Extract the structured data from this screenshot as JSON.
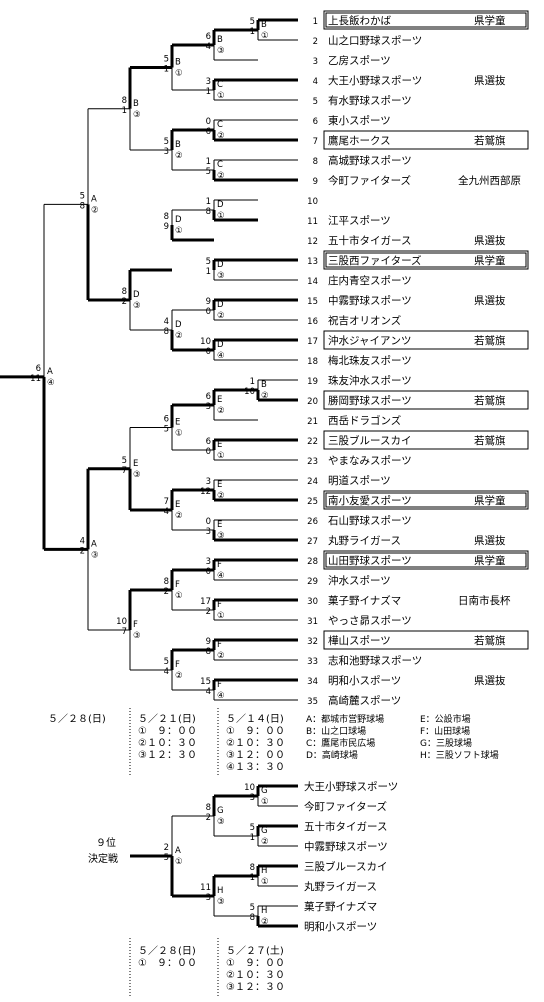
{
  "teams": [
    {
      "no": "1",
      "name": "上長飯わかば",
      "tag": "県学童"
    },
    {
      "no": "2",
      "name": "山之口野球スポーツ",
      "tag": ""
    },
    {
      "no": "3",
      "name": "乙房スポーツ",
      "tag": ""
    },
    {
      "no": "4",
      "name": "大王小野球スポーツ",
      "tag": "県選抜"
    },
    {
      "no": "5",
      "name": "有水野球スポーツ",
      "tag": ""
    },
    {
      "no": "6",
      "name": "東小スポーツ",
      "tag": ""
    },
    {
      "no": "7",
      "name": "鷹尾ホークス",
      "tag": "若鷲旗"
    },
    {
      "no": "8",
      "name": "高城野球スポーツ",
      "tag": ""
    },
    {
      "no": "9",
      "name": "今町ファイターズ",
      "tag": "全九州西部原"
    },
    {
      "no": "10",
      "name": "",
      "tag": ""
    },
    {
      "no": "11",
      "name": "江平スポーツ",
      "tag": ""
    },
    {
      "no": "12",
      "name": "五十市タイガース",
      "tag": "県選抜"
    },
    {
      "no": "13",
      "name": "三股西ファイターズ",
      "tag": "県学童"
    },
    {
      "no": "14",
      "name": "庄内青空スポーツ",
      "tag": ""
    },
    {
      "no": "15",
      "name": "中霧野球スポーツ",
      "tag": "県選抜"
    },
    {
      "no": "16",
      "name": "祝吉オリオンズ",
      "tag": ""
    },
    {
      "no": "17",
      "name": "沖水ジャイアンツ",
      "tag": "若鷲旗"
    },
    {
      "no": "18",
      "name": "梅北珠友スポーツ",
      "tag": ""
    },
    {
      "no": "19",
      "name": "珠友沖水スポーツ",
      "tag": ""
    },
    {
      "no": "20",
      "name": "勝岡野球スポーツ",
      "tag": "若鷲旗"
    },
    {
      "no": "21",
      "name": "西岳ドラゴンズ",
      "tag": ""
    },
    {
      "no": "22",
      "name": "三股ブルースカイ",
      "tag": "若鷲旗"
    },
    {
      "no": "23",
      "name": "やまなみスポーツ",
      "tag": ""
    },
    {
      "no": "24",
      "name": "明道スポーツ",
      "tag": ""
    },
    {
      "no": "25",
      "name": "南小友愛スポーツ",
      "tag": "県学童"
    },
    {
      "no": "26",
      "name": "石山野球スポーツ",
      "tag": ""
    },
    {
      "no": "27",
      "name": "丸野ライガース",
      "tag": "県選抜"
    },
    {
      "no": "28",
      "name": "山田野球スポーツ",
      "tag": "県学童"
    },
    {
      "no": "29",
      "name": "沖水スポーツ",
      "tag": ""
    },
    {
      "no": "30",
      "name": "菓子野イナズマ",
      "tag": "日南市長杯"
    },
    {
      "no": "31",
      "name": "やっさ昴スポーツ",
      "tag": ""
    },
    {
      "no": "32",
      "name": "樺山スポーツ",
      "tag": "若鷲旗"
    },
    {
      "no": "33",
      "name": "志和池野球スポーツ",
      "tag": ""
    },
    {
      "no": "34",
      "name": "明和小スポーツ",
      "tag": "県選抜"
    },
    {
      "no": "35",
      "name": "高崎麓スポーツ",
      "tag": ""
    }
  ],
  "boxed_teams": [
    "1",
    "7",
    "13",
    "17",
    "20",
    "22",
    "25",
    "28",
    "32"
  ],
  "double_boxed_teams": [
    "1",
    "13",
    "25",
    "28"
  ],
  "schedule_main": {
    "final_date": "５／２８(日)",
    "col1": [
      "５／２１(日)",
      "①　９：００",
      "②１０：３０",
      "③１２：３０"
    ],
    "col2": [
      "５／１４(日)",
      "①　９：００",
      "②１０：３０",
      "③１２：００",
      "④１３：３０"
    ],
    "venues": [
      [
        "A：都城市営野球場",
        "E：公設市場"
      ],
      [
        "B：山之口球場",
        "F：山田球場"
      ],
      [
        "C：鷹尾市民広場",
        "G：三股球場"
      ],
      [
        "D：高崎球場",
        "H：三股ソフト球場"
      ]
    ]
  },
  "ninth": {
    "title_line1": "９位",
    "title_line2": "決定戦",
    "teams": [
      "大王小野球スポーツ",
      "今町ファイターズ",
      "五十市タイガース",
      "中霧野球スポーツ",
      "三股ブルースカイ",
      "丸野ライガース",
      "菓子野イナズマ",
      "明和小スポーツ"
    ],
    "col1": [
      "５／２８(日)",
      "①　９：００"
    ],
    "col2": [
      "５／２７(土)",
      "①　９：００",
      "②１０：３０",
      "③１２：３０"
    ]
  },
  "matches": [
    {
      "id": "m1",
      "venue": "B",
      "slot": "①",
      "s1": "5",
      "s2": "1"
    },
    {
      "id": "m2",
      "venue": "B",
      "slot": "③",
      "s1": "6",
      "s2": "4"
    },
    {
      "id": "m3",
      "venue": "C",
      "slot": "①",
      "s1": "3",
      "s2": "1"
    },
    {
      "id": "m4",
      "venue": "B",
      "slot": "①",
      "s1": "5",
      "s2": "1"
    },
    {
      "id": "m5",
      "venue": "C",
      "slot": "②",
      "s1": "0",
      "s2": "6"
    },
    {
      "id": "m6",
      "venue": "C",
      "slot": "②",
      "s1": "1",
      "s2": "5"
    },
    {
      "id": "m7",
      "venue": "B",
      "slot": "②",
      "s1": "5",
      "s2": "3"
    },
    {
      "id": "m8",
      "venue": "B",
      "slot": "③",
      "s1": "8",
      "s2": "1"
    },
    {
      "id": "m9",
      "venue": "D",
      "slot": "①",
      "s1": "1",
      "s2": "8"
    },
    {
      "id": "m10",
      "venue": "D",
      "slot": "①",
      "s1": "8",
      "s2": "9"
    },
    {
      "id": "m11",
      "venue": "D",
      "slot": "③",
      "s1": "5",
      "s2": "1"
    },
    {
      "id": "m12",
      "venue": "D",
      "slot": "②",
      "s1": "9",
      "s2": "0"
    },
    {
      "id": "m13",
      "venue": "D",
      "slot": "④",
      "s1": "10",
      "s2": "0"
    },
    {
      "id": "m14",
      "venue": "D",
      "slot": "②",
      "s1": "4",
      "s2": "8"
    },
    {
      "id": "m15",
      "venue": "D",
      "slot": "③",
      "s1": "8",
      "s2": "2"
    },
    {
      "id": "m16",
      "venue": "A",
      "slot": "②",
      "s1": "5",
      "s2": "8"
    },
    {
      "id": "m17",
      "venue": "B",
      "slot": "②",
      "s1": "1",
      "s2": "10"
    },
    {
      "id": "m18",
      "venue": "E",
      "slot": "②",
      "s1": "6",
      "s2": "3"
    },
    {
      "id": "m19",
      "venue": "E",
      "slot": "①",
      "s1": "6",
      "s2": "0"
    },
    {
      "id": "m20",
      "venue": "E",
      "slot": "①",
      "s1": "6",
      "s2": "5"
    },
    {
      "id": "m21",
      "venue": "E",
      "slot": "②",
      "s1": "3",
      "s2": "12"
    },
    {
      "id": "m22",
      "venue": "E",
      "slot": "③",
      "s1": "0",
      "s2": "3"
    },
    {
      "id": "m23",
      "venue": "E",
      "slot": "②",
      "s1": "7",
      "s2": "4"
    },
    {
      "id": "m24",
      "venue": "E",
      "slot": "③",
      "s1": "5",
      "s2": "7"
    },
    {
      "id": "m25",
      "venue": "F",
      "slot": "④",
      "s1": "3",
      "s2": "0"
    },
    {
      "id": "m26",
      "venue": "F",
      "slot": "①",
      "s1": "17",
      "s2": "2"
    },
    {
      "id": "m27",
      "venue": "F",
      "slot": "①",
      "s1": "8",
      "s2": "2"
    },
    {
      "id": "m28",
      "venue": "F",
      "slot": "②",
      "s1": "9",
      "s2": "8"
    },
    {
      "id": "m29",
      "venue": "F",
      "slot": "④",
      "s1": "15",
      "s2": "4"
    },
    {
      "id": "m30",
      "venue": "F",
      "slot": "②",
      "s1": "5",
      "s2": "4"
    },
    {
      "id": "m31",
      "venue": "F",
      "slot": "③",
      "s1": "10",
      "s2": "7"
    },
    {
      "id": "m32",
      "venue": "A",
      "slot": "③",
      "s1": "4",
      "s2": "2"
    },
    {
      "id": "m33",
      "venue": "A",
      "slot": "④",
      "s1": "6",
      "s2": "11"
    },
    {
      "id": "n1",
      "venue": "G",
      "slot": "①",
      "s1": "10",
      "s2": "3"
    },
    {
      "id": "n2",
      "venue": "G",
      "slot": "②",
      "s1": "5",
      "s2": "1"
    },
    {
      "id": "n3",
      "venue": "H",
      "slot": "①",
      "s1": "8",
      "s2": "1"
    },
    {
      "id": "n4",
      "venue": "H",
      "slot": "②",
      "s1": "5",
      "s2": "8"
    },
    {
      "id": "n5",
      "venue": "G",
      "slot": "③",
      "s1": "8",
      "s2": "2"
    },
    {
      "id": "n6",
      "venue": "H",
      "slot": "③",
      "s1": "11",
      "s2": "3"
    },
    {
      "id": "n7",
      "venue": "A",
      "slot": "①",
      "s1": "2",
      "s2": "5"
    }
  ]
}
